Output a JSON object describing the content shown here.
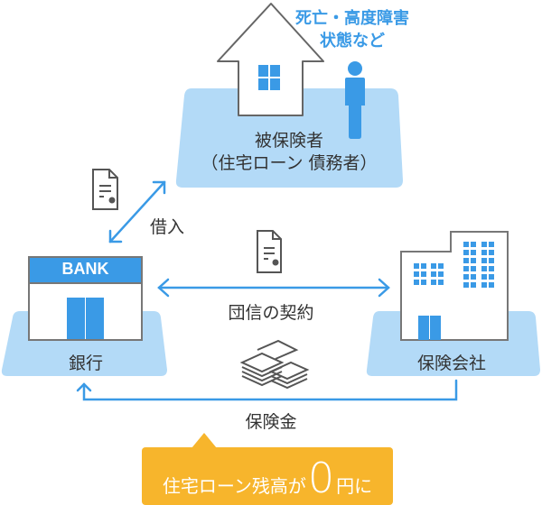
{
  "diagram": {
    "title": "団信の仕組み",
    "insured": {
      "label_line1": "被保険者",
      "label_line2": "（住宅ローン 債務者）",
      "event_line1": "死亡・高度障害",
      "event_line2": "状態など",
      "icons": [
        "house-icon",
        "person-icon"
      ]
    },
    "bank": {
      "sign": "BANK",
      "label": "銀行",
      "icon": "bank-building-icon"
    },
    "insurer": {
      "label": "保険会社",
      "icon": "office-building-icon"
    },
    "flows": [
      {
        "from": "bank",
        "to": "insured",
        "label": "借入",
        "direction": "both",
        "icon": "certificate-document-icon"
      },
      {
        "from": "bank",
        "to": "insurer",
        "label": "団信の契約",
        "direction": "both",
        "icon": "certificate-document-icon"
      },
      {
        "from": "insurer",
        "to": "bank",
        "label": "保険金",
        "direction": "one-way",
        "icon": "money-stack-icon"
      }
    ],
    "result_callout": {
      "prefix": "住宅ローン残高が",
      "amount": "0",
      "suffix": "円に"
    },
    "colors": {
      "accent_blue": "#3a9ae6",
      "light_blue_base": "#b3daf7",
      "callout_orange": "#f7b52c",
      "outline_gray": "#666666",
      "text_dark": "#333333"
    }
  }
}
